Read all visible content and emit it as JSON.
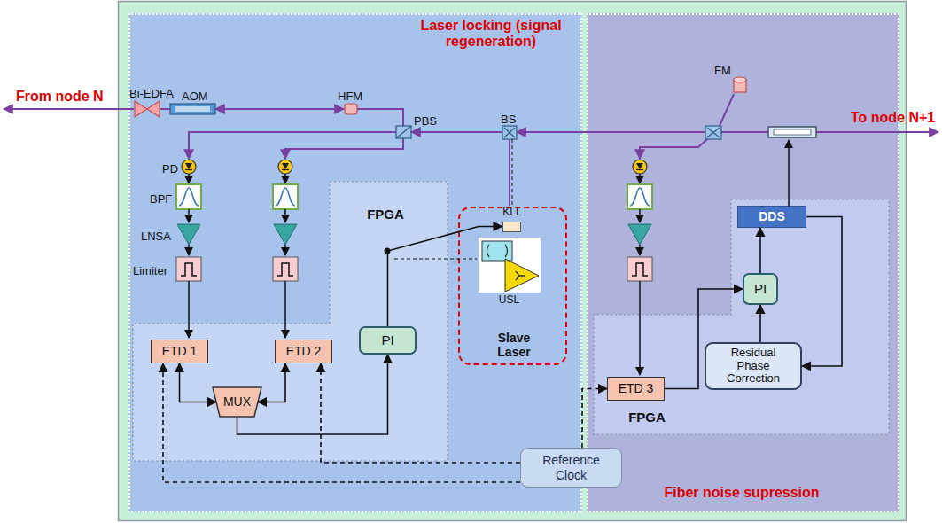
{
  "diagram": {
    "nodes": [
      {
        "text": [
          "Laser locking (signal regeneration)"
        ]
      },
      {
        "text": [
          "Fiber noise supression"
        ]
      },
      {
        "text": [
          "FPGA"
        ],
        "in": 0
      },
      {
        "text": [
          "ETD 1"
        ],
        "in": 2
      },
      {
        "text": [
          "ETD 2"
        ],
        "in": 2
      },
      {
        "text": [
          "MUX"
        ],
        "in": 2
      },
      {
        "text": [
          "PI"
        ],
        "in": 2
      },
      {
        "text": [
          "Slave Laser"
        ],
        "in": 0
      },
      {
        "text": [
          "KLL"
        ],
        "in": 7
      },
      {
        "text": [
          "USL"
        ],
        "in": 7
      },
      {
        "text": [
          "Reference Clock"
        ]
      },
      {
        "text": [
          "FPGA"
        ],
        "in": 1
      },
      {
        "text": [
          "DDS"
        ],
        "in": 11
      },
      {
        "text": [
          "PI"
        ],
        "in": 11
      },
      {
        "text": [
          "Residual Phase Correction"
        ],
        "in": 11
      },
      {
        "text": [
          "ETD 3"
        ],
        "in": 11
      }
    ],
    "edges": [
      {
        "from": 3,
        "to": 5,
        "arrow": "both"
      },
      {
        "from": 4,
        "to": 5,
        "arrow": "both"
      },
      {
        "from": 5,
        "to": 6,
        "arrow": "to"
      },
      {
        "from": 6,
        "to": 8,
        "arrow": "to"
      },
      {
        "from": 10,
        "to": 4,
        "arrow": "to"
      },
      {
        "from": 10,
        "to": 3,
        "arrow": "to"
      },
      {
        "from": 10,
        "to": 15,
        "arrow": "to"
      },
      {
        "from": 15,
        "to": 13,
        "arrow": "to"
      },
      {
        "from": 13,
        "to": 12,
        "arrow": "to"
      },
      {
        "from": 12,
        "to": 14,
        "arrow": "to"
      },
      {
        "from": 14,
        "to": 13,
        "arrow": "to"
      }
    ],
    "labels": [
      "From node N",
      "To node N+1",
      "Bi-EDFA",
      "AOM",
      "HFM",
      "PBS",
      "BS",
      "FM",
      "PD",
      "BPF",
      "LNSA",
      "Limiter"
    ]
  }
}
